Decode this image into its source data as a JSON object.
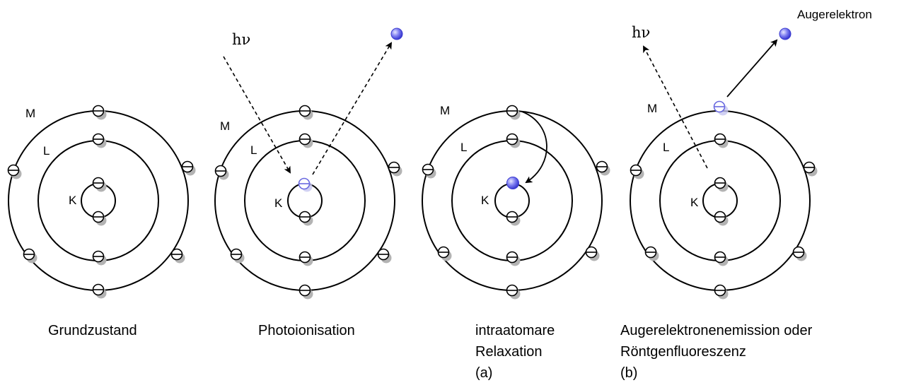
{
  "shells": {
    "k": "K",
    "l": "L",
    "m": "M"
  },
  "photon": "hν",
  "auger_electron_label": "Augerelektron",
  "captions": {
    "ground_state": [
      "Grundzustand"
    ],
    "photoionization": [
      "Photoionisation"
    ],
    "relaxation": [
      "intraatomare",
      "Relaxation",
      "(a)"
    ],
    "auger": [
      "Augerelektronenemission oder",
      "Röntgenfluoreszenz",
      "(b)"
    ]
  },
  "colors": {
    "line": "#000000",
    "electron_shadow": "#b3b3b3",
    "vacancy_outline": "#6a6ae0",
    "vacancy_fill": "#b9b9f2",
    "emitted_electron": "#5858e6"
  }
}
